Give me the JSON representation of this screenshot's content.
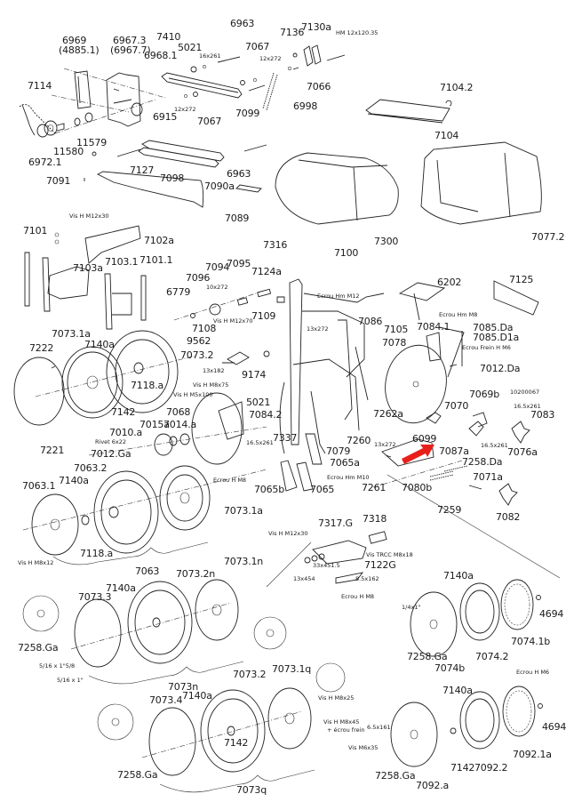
{
  "diagram": {
    "title": "Exploded parts diagram - seeder row unit",
    "arrow_color": "#e8201a",
    "labels": [
      {
        "id": "p6969",
        "text": "6969"
      },
      {
        "id": "p4885",
        "text": "(4885.1)"
      },
      {
        "id": "p6967_3",
        "text": "6967.3"
      },
      {
        "id": "p6967_7",
        "text": "(6967.7)"
      },
      {
        "id": "p7410",
        "text": "7410"
      },
      {
        "id": "p6968_1",
        "text": "6968.1"
      },
      {
        "id": "p5021a",
        "text": "5021"
      },
      {
        "id": "p16x261",
        "text": "16x261"
      },
      {
        "id": "p6963a",
        "text": "6963"
      },
      {
        "id": "p7067a",
        "text": "7067"
      },
      {
        "id": "p12x272a",
        "text": "12x272"
      },
      {
        "id": "p7136",
        "text": "7136"
      },
      {
        "id": "p7130a",
        "text": "7130a"
      },
      {
        "id": "pHM",
        "text": "HM 12x120.35"
      },
      {
        "id": "p7066",
        "text": "7066"
      },
      {
        "id": "p6998",
        "text": "6998"
      },
      {
        "id": "p7099",
        "text": "7099"
      },
      {
        "id": "p7067b",
        "text": "7067"
      },
      {
        "id": "p12x272b",
        "text": "12x272"
      },
      {
        "id": "p6915",
        "text": "6915"
      },
      {
        "id": "p7114",
        "text": "7114"
      },
      {
        "id": "p11579",
        "text": "11579"
      },
      {
        "id": "p11580",
        "text": "11580"
      },
      {
        "id": "p6972_1",
        "text": "6972.1"
      },
      {
        "id": "p7127",
        "text": "7127"
      },
      {
        "id": "p7098",
        "text": "7098"
      },
      {
        "id": "p6963b",
        "text": "6963"
      },
      {
        "id": "p7091",
        "text": "7091"
      },
      {
        "id": "p7090a",
        "text": "7090a"
      },
      {
        "id": "p7089",
        "text": "7089"
      },
      {
        "id": "p7104_2",
        "text": "7104.2"
      },
      {
        "id": "p7104",
        "text": "7104"
      },
      {
        "id": "p7300",
        "text": "7300"
      },
      {
        "id": "p7077_2",
        "text": "7077.2"
      },
      {
        "id": "pVisM12x30a",
        "text": "Vis H M12x30"
      },
      {
        "id": "p7101",
        "text": "7101"
      },
      {
        "id": "p7102a",
        "text": "7102a"
      },
      {
        "id": "p7103a",
        "text": "7103a"
      },
      {
        "id": "p7103_1",
        "text": "7103.1"
      },
      {
        "id": "p7101_1",
        "text": "7101.1"
      },
      {
        "id": "p7316",
        "text": "7316"
      },
      {
        "id": "p7100",
        "text": "7100"
      },
      {
        "id": "p7094",
        "text": "7094"
      },
      {
        "id": "p7095",
        "text": "7095"
      },
      {
        "id": "p7124a",
        "text": "7124a"
      },
      {
        "id": "p7096",
        "text": "7096"
      },
      {
        "id": "p10x272",
        "text": "10x272"
      },
      {
        "id": "p6779",
        "text": "6779"
      },
      {
        "id": "pVisM12x70",
        "text": "Vis H M12x70"
      },
      {
        "id": "p7109",
        "text": "7109"
      },
      {
        "id": "p7108",
        "text": "7108"
      },
      {
        "id": "p9562",
        "text": "9562"
      },
      {
        "id": "p7073_2a",
        "text": "7073.2"
      },
      {
        "id": "p13x182",
        "text": "13x182"
      },
      {
        "id": "p9174",
        "text": "9174"
      },
      {
        "id": "pEcrouM12",
        "text": "Ecrou Hm M12"
      },
      {
        "id": "p13x272a",
        "text": "13x272"
      },
      {
        "id": "p7086",
        "text": "7086"
      },
      {
        "id": "p7105",
        "text": "7105"
      },
      {
        "id": "p7078",
        "text": "7078"
      },
      {
        "id": "p6202",
        "text": "6202"
      },
      {
        "id": "p7125",
        "text": "7125"
      },
      {
        "id": "pEcrouM8a",
        "text": "Ecrou Hm M8"
      },
      {
        "id": "p7084_1",
        "text": "7084.1"
      },
      {
        "id": "p7085Da",
        "text": "7085.Da"
      },
      {
        "id": "p7085D1a",
        "text": "7085.D1a"
      },
      {
        "id": "pEcrouFreinM6",
        "text": "Ecrou Frein H M6"
      },
      {
        "id": "p7012Da",
        "text": "7012.Da"
      },
      {
        "id": "p7073_1a_top",
        "text": "7073.1a"
      },
      {
        "id": "p7222",
        "text": "7222"
      },
      {
        "id": "p7140a_1",
        "text": "7140a"
      },
      {
        "id": "p7118a_1",
        "text": "7118.a"
      },
      {
        "id": "p7142a",
        "text": "7142"
      },
      {
        "id": "p7221",
        "text": "7221"
      },
      {
        "id": "pVisM8x75",
        "text": "Vis H M8x75"
      },
      {
        "id": "pVisM5x100",
        "text": "Vis H M5x100"
      },
      {
        "id": "p5021b",
        "text": "5021"
      },
      {
        "id": "p7068",
        "text": "7068"
      },
      {
        "id": "p7084_2",
        "text": "7084.2"
      },
      {
        "id": "p7015a",
        "text": "7015a"
      },
      {
        "id": "p7014a",
        "text": "7014.a"
      },
      {
        "id": "p7010a",
        "text": "7010.a"
      },
      {
        "id": "pRivet",
        "text": "Rivet 6x22"
      },
      {
        "id": "p7012Ga",
        "text": "7012.Ga"
      },
      {
        "id": "p16_5x261a",
        "text": "16.5x261"
      },
      {
        "id": "p7337",
        "text": "7337"
      },
      {
        "id": "p7079",
        "text": "7079"
      },
      {
        "id": "p7262a",
        "text": "7262a"
      },
      {
        "id": "p7260",
        "text": "7260"
      },
      {
        "id": "p13x272b",
        "text": "13x272"
      },
      {
        "id": "p6099",
        "text": "6099"
      },
      {
        "id": "p7070",
        "text": "7070"
      },
      {
        "id": "p7069b",
        "text": "7069b"
      },
      {
        "id": "p10200067",
        "text": "10200067"
      },
      {
        "id": "p16_5x261b",
        "text": "16.5x261"
      },
      {
        "id": "p7083",
        "text": "7083"
      },
      {
        "id": "p16_5x261c",
        "text": "16.5x261"
      },
      {
        "id": "p7076a",
        "text": "7076a"
      },
      {
        "id": "p7087a",
        "text": "7087a"
      },
      {
        "id": "p7258Da",
        "text": "7258.Da"
      },
      {
        "id": "p7065a",
        "text": "7065a"
      },
      {
        "id": "p7065b",
        "text": "7065b"
      },
      {
        "id": "p7065",
        "text": "7065"
      },
      {
        "id": "pEcrouM10",
        "text": "Ecrou Hm M10"
      },
      {
        "id": "p7261",
        "text": "7261"
      },
      {
        "id": "p7080b",
        "text": "7080b"
      },
      {
        "id": "p7071a",
        "text": "7071a"
      },
      {
        "id": "p7259",
        "text": "7259"
      },
      {
        "id": "p7082",
        "text": "7082"
      },
      {
        "id": "p7063_2",
        "text": "7063.2"
      },
      {
        "id": "p7063_1",
        "text": "7063.1"
      },
      {
        "id": "p7140a_2",
        "text": "7140a"
      },
      {
        "id": "pEcrouM8b",
        "text": "Ecrou H M8"
      },
      {
        "id": "p7073_1a_b",
        "text": "7073.1a"
      },
      {
        "id": "pVisM8x12",
        "text": "Vis H M8x12"
      },
      {
        "id": "p7118a_2",
        "text": "7118.a"
      },
      {
        "id": "p7063",
        "text": "7063"
      },
      {
        "id": "p7317G",
        "text": "7317.G"
      },
      {
        "id": "p7318",
        "text": "7318"
      },
      {
        "id": "pVisM12x30b",
        "text": "Vis H M12x30"
      },
      {
        "id": "pVisTRCC",
        "text": "Vis TRCC M8x18"
      },
      {
        "id": "p33x451",
        "text": "33x451.5"
      },
      {
        "id": "p7122G",
        "text": "7122G"
      },
      {
        "id": "p13x454",
        "text": "13x454"
      },
      {
        "id": "p8_5x162",
        "text": "8.5x162"
      },
      {
        "id": "pEcrouM8c",
        "text": "Ecrou H M8"
      },
      {
        "id": "p7073_1n",
        "text": "7073.1n"
      },
      {
        "id": "p7073_2n",
        "text": "7073.2n"
      },
      {
        "id": "p7140a_3",
        "text": "7140a"
      },
      {
        "id": "p7073_3",
        "text": "7073.3"
      },
      {
        "id": "p7258Ga_1",
        "text": "7258.Ga"
      },
      {
        "id": "p5_16a",
        "text": "5/16 x 1\"5/8"
      },
      {
        "id": "p5_16b",
        "text": "5/16 x 1\""
      },
      {
        "id": "p7073n",
        "text": "7073n"
      },
      {
        "id": "p7140a_4",
        "text": "7140a"
      },
      {
        "id": "p1_4x1",
        "text": "1/4x1\""
      },
      {
        "id": "p7258Ga_2",
        "text": "7258.Ga"
      },
      {
        "id": "p7074b",
        "text": "7074b"
      },
      {
        "id": "p7074_2",
        "text": "7074.2"
      },
      {
        "id": "p7074_1b",
        "text": "7074.1b"
      },
      {
        "id": "p4694a",
        "text": "4694"
      },
      {
        "id": "p7073_2b",
        "text": "7073.2"
      },
      {
        "id": "p7073_1q",
        "text": "7073.1q"
      },
      {
        "id": "p7073_4",
        "text": "7073.4"
      },
      {
        "id": "p7140a_5",
        "text": "7140a"
      },
      {
        "id": "p7142b",
        "text": "7142"
      },
      {
        "id": "pVisM8x25",
        "text": "Vis H M8x25"
      },
      {
        "id": "pVisM8x45",
        "text": "Vis H M8x45"
      },
      {
        "id": "pEcrouFrein",
        "text": "+ écrou frein"
      },
      {
        "id": "p7258Ga_3",
        "text": "7258.Ga"
      },
      {
        "id": "p7073q",
        "text": "7073q"
      },
      {
        "id": "pEcrouM6",
        "text": "Ecrou H M6"
      },
      {
        "id": "p7140a_6",
        "text": "7140a"
      },
      {
        "id": "p6_5x161",
        "text": "6.5x161"
      },
      {
        "id": "pVisM6x35",
        "text": "Vis M6x35"
      },
      {
        "id": "p7258Ga_4",
        "text": "7258.Ga"
      },
      {
        "id": "p7092a",
        "text": "7092.a"
      },
      {
        "id": "p7142c",
        "text": "7142"
      },
      {
        "id": "p7092_2",
        "text": "7092.2"
      },
      {
        "id": "p7092_1a",
        "text": "7092.1a"
      },
      {
        "id": "p4694b",
        "text": "4694"
      }
    ]
  }
}
